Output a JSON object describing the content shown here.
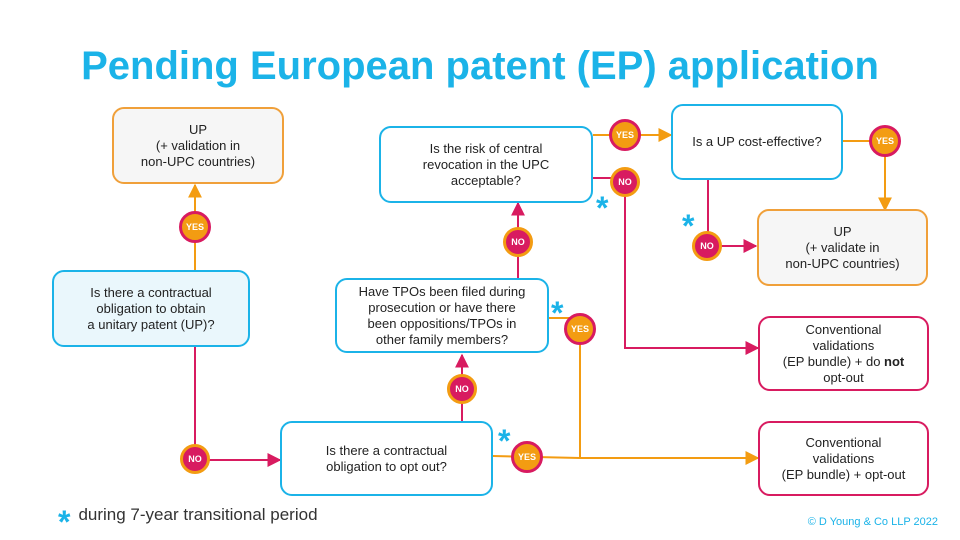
{
  "title": "Pending European patent (EP) application",
  "nodes": {
    "q_unitary": "Is there a contractual\nobligation to obtain\na unitary patent (UP)?",
    "up_top": "UP\n(+ validation in\nnon-UPC countries)",
    "q_optout": "Is there a contractual\nobligation to opt out?",
    "q_tpo": "Have TPOs been filed during\nprosecution or have there\nbeen oppositions/TPOs in\nother family members?",
    "q_risk": "Is the risk of central\nrevocation in the UPC\nacceptable?",
    "q_cost": "Is a UP cost-effective?",
    "up_right": "UP\n(+ validate in\nnon-UPC countries)",
    "conv_no_optout_line1": "Conventional\nvalidations\n(EP bundle) + do ",
    "conv_no_optout_bold": "not",
    "conv_no_optout_line2": "opt-out",
    "conv_optout": "Conventional\nvalidations\n(EP bundle) + opt-out"
  },
  "badges": {
    "yes": "YES",
    "no": "NO"
  },
  "star": "*",
  "legend": "during 7-year transitional period",
  "copyright": "© D Young & Co LLP 2022",
  "colors": {
    "blue": "#1bb3e8",
    "orange": "#f39c12",
    "magenta": "#d81b60"
  }
}
